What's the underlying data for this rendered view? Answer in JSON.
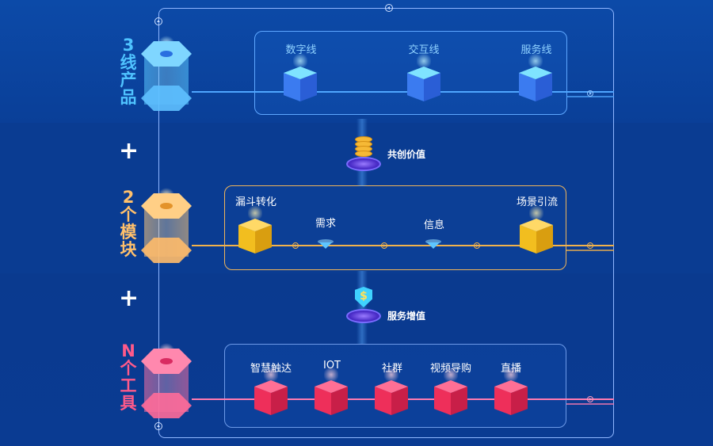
{
  "rows": [
    {
      "side_label": [
        "3",
        "线",
        "产",
        "品"
      ],
      "nodes": [
        "数字线",
        "交互线",
        "服务线"
      ],
      "color": "#4fc3ff"
    },
    {
      "side_label": [
        "2",
        "个",
        "模",
        "块"
      ],
      "nodes": [
        "漏斗转化",
        "需求",
        "信息",
        "场景引流"
      ],
      "color": "#ffc06b"
    },
    {
      "side_label": [
        "N",
        "个",
        "工",
        "具"
      ],
      "nodes": [
        "智慧触达",
        "IOT",
        "社群",
        "视频导购",
        "直播"
      ],
      "color": "#ff5a8a"
    }
  ],
  "plus_sign": "+",
  "connectors": [
    {
      "label": "共创价值",
      "icon": "coin-stack-icon"
    },
    {
      "label": "服务增值",
      "icon": "dollar-shield-icon"
    }
  ],
  "colors": {
    "background": "#0a3f98",
    "blue": "#4fa6ff",
    "gold": "#f2b24b",
    "pink": "#ff7bb0",
    "frame": "#8fb6ff"
  }
}
